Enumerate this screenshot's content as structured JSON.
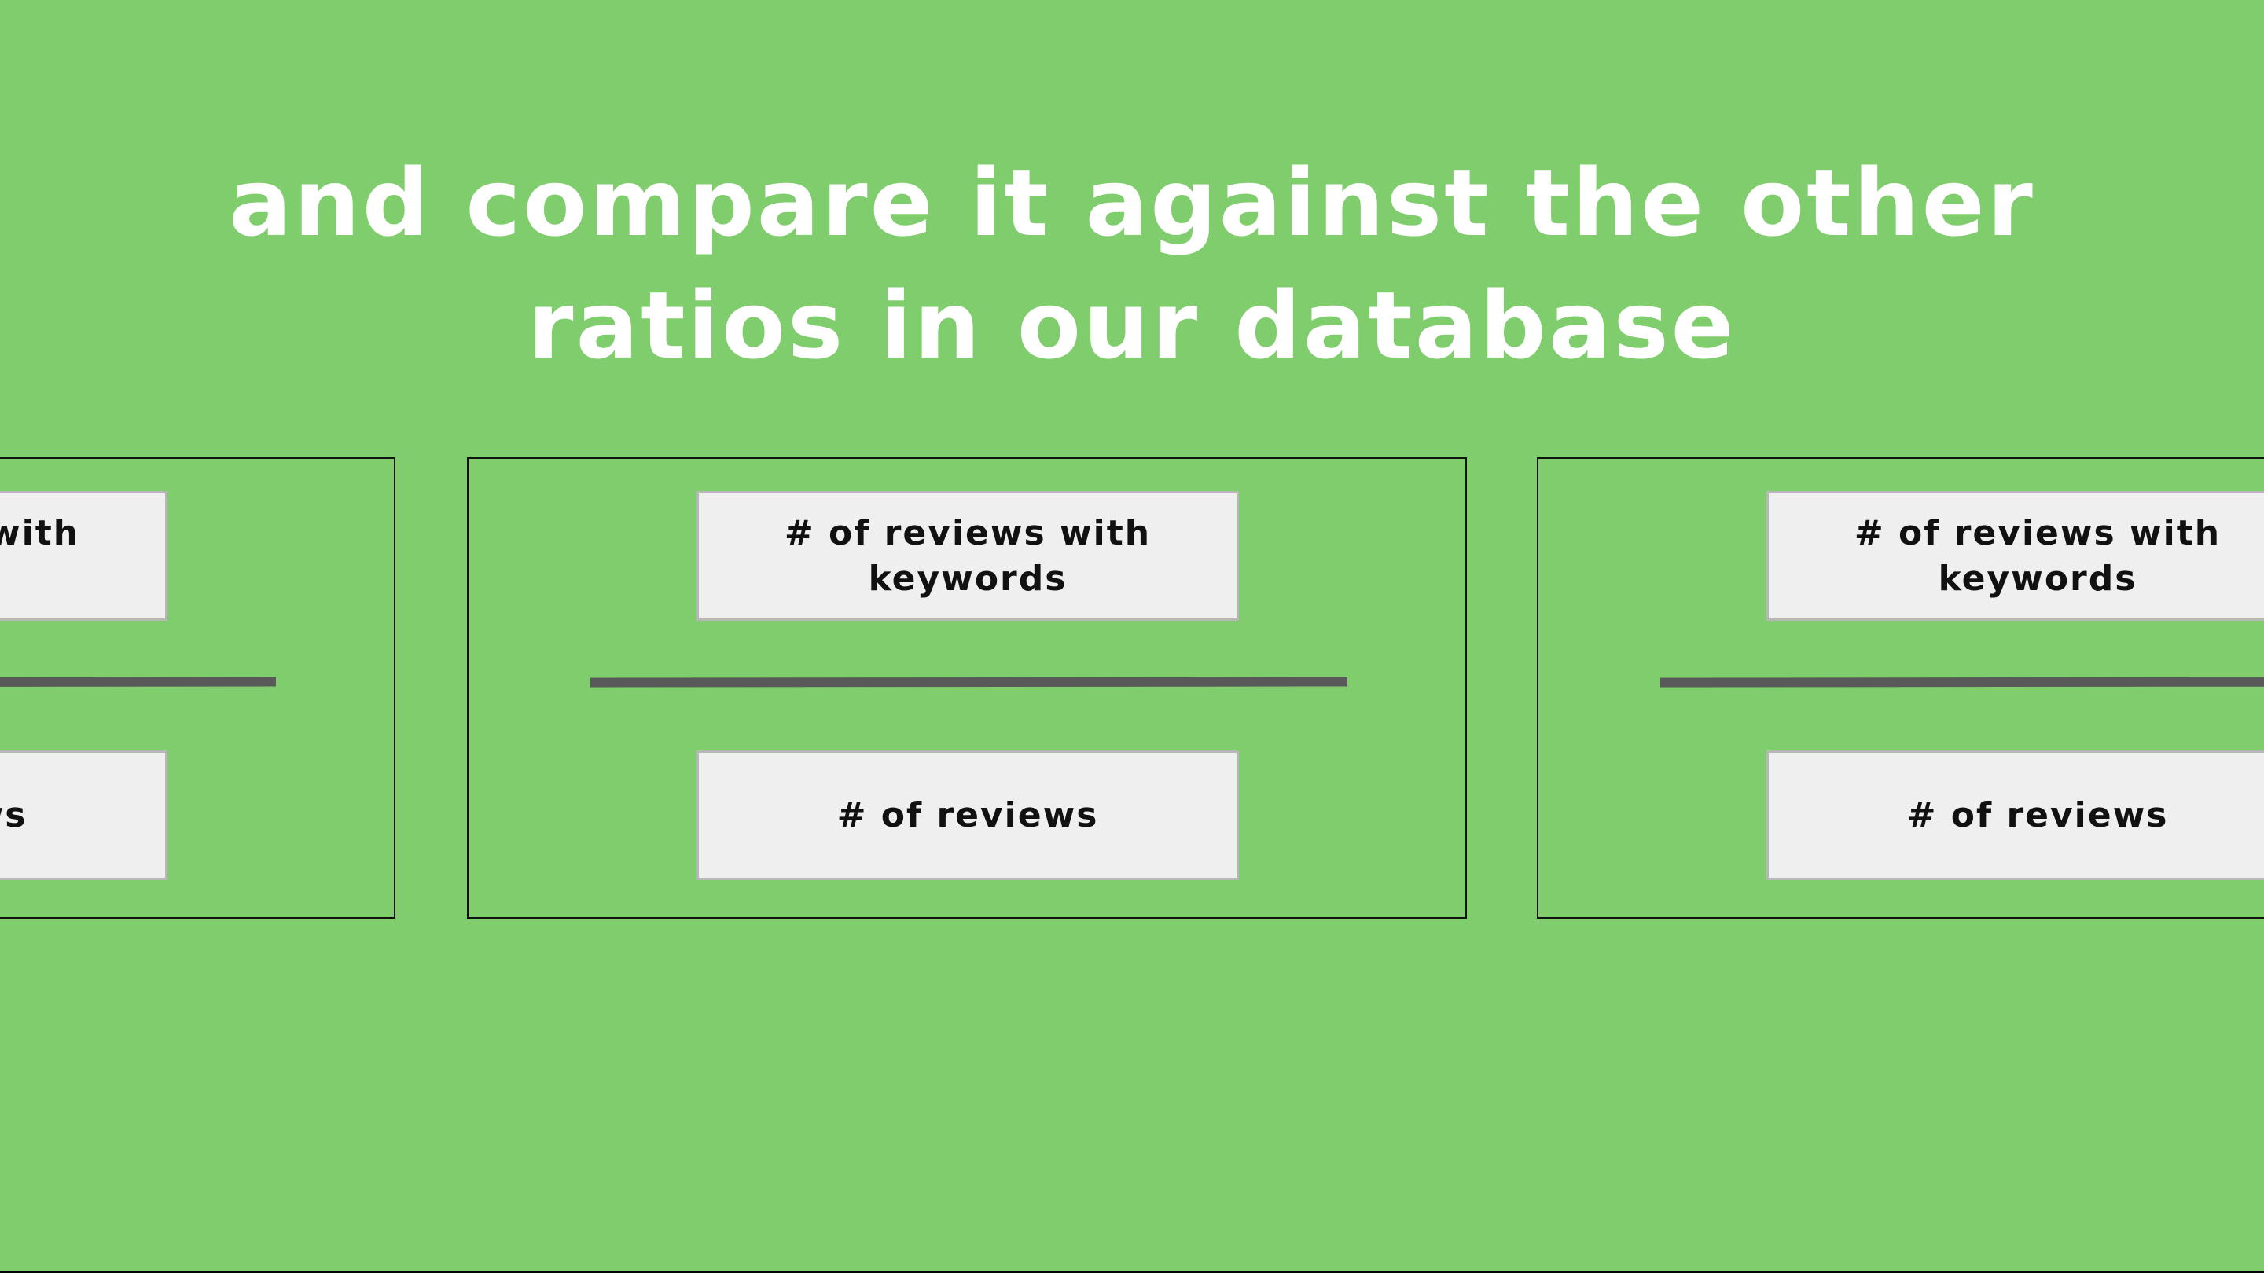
{
  "slide": {
    "headline": [
      "and compare it against the other",
      "ratios in our database"
    ],
    "background_color": "#7fcd6c",
    "cards": [
      {
        "numerator": "# of reviews with keywords",
        "denominator": "# of reviews"
      },
      {
        "numerator": "# of reviews with keywords",
        "denominator": "# of reviews"
      },
      {
        "numerator": "# of reviews with keywords",
        "denominator": "# of reviews"
      }
    ]
  }
}
